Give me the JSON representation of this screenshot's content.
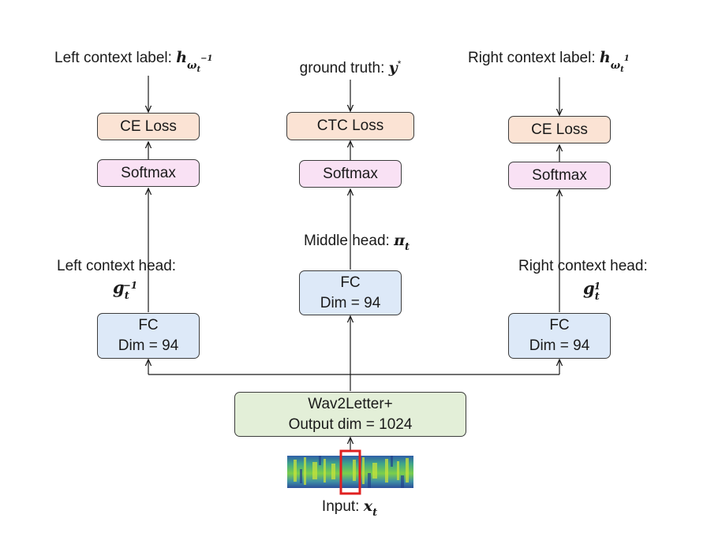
{
  "labels": {
    "left_context_label_text": "Left context label: ",
    "left_context_label_math": "h",
    "left_context_label_sub": "ω",
    "left_context_label_sub2": "t",
    "left_context_label_sup": "−1",
    "ground_truth_text": "ground truth: ",
    "ground_truth_math": "y",
    "ground_truth_sup": "*",
    "right_context_label_text": "Right context label: ",
    "right_context_label_math": "h",
    "right_context_label_sub": "ω",
    "right_context_label_sub2": "t",
    "right_context_label_sup": "1",
    "middle_head_text": "Middle head: ",
    "middle_head_math": "π",
    "middle_head_sub": "t",
    "left_head_line1": "Left context head:",
    "left_head_math": "g",
    "left_head_sub": "t",
    "left_head_sup": "−1",
    "right_head_line1": "Right context head:",
    "right_head_math": "g",
    "right_head_sub": "t",
    "right_head_sup": "1",
    "input_text": "Input: ",
    "input_math": "x",
    "input_sub": "t"
  },
  "boxes": {
    "ce_loss_left": "CE Loss",
    "ctc_loss": "CTC Loss",
    "ce_loss_right": "CE Loss",
    "softmax_left": "Softmax",
    "softmax_middle": "Softmax",
    "softmax_right": "Softmax",
    "fc_left_line1": "FC",
    "fc_left_line2": "Dim = 94",
    "fc_middle_line1": "FC",
    "fc_middle_line2": "Dim = 94",
    "fc_right_line1": "FC",
    "fc_right_line2": "Dim = 94",
    "wav2letter_line1": "Wav2Letter+",
    "wav2letter_line2": "Output dim = 1024"
  },
  "colors": {
    "loss_fill": "#fbe3d4",
    "softmax_fill": "#f9e1f4",
    "fc_fill": "#dde9f8",
    "encoder_fill": "#e3efd8",
    "highlight_frame": "#e02020"
  }
}
